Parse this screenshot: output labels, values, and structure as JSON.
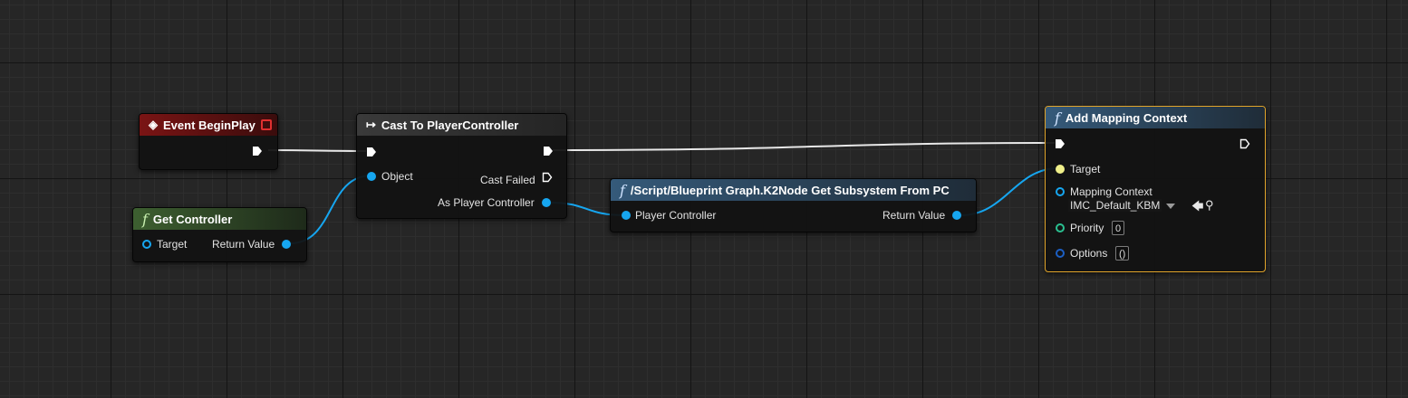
{
  "nodes": {
    "event_begin_play": {
      "title": "Event BeginPlay"
    },
    "cast": {
      "title": "Cast To PlayerController",
      "icon": "cast-arrow-icon",
      "object_label": "Object",
      "cast_failed_label": "Cast Failed",
      "as_player_controller_label": "As Player Controller"
    },
    "get_controller": {
      "title": "Get Controller",
      "target_label": "Target",
      "return_value_label": "Return Value"
    },
    "get_subsystem": {
      "title": "/Script/Blueprint Graph.K2Node Get Subsystem From PC",
      "player_controller_label": "Player Controller",
      "return_value_label": "Return Value"
    },
    "add_mapping": {
      "title": "Add Mapping Context",
      "target_label": "Target",
      "mapping_context_label": "Mapping Context",
      "mapping_context_value": "IMC_Default_KBM",
      "priority_label": "Priority",
      "priority_value": "0",
      "options_label": "Options",
      "options_value": "()"
    }
  },
  "colors": {
    "exec_wire": "#e8e8e8",
    "object_wire": "#16a6f0",
    "selected_border": "#e0a42a",
    "event_header": "#7a1414",
    "function_header": "#355a7a",
    "pure_header": "#3d5f30"
  }
}
